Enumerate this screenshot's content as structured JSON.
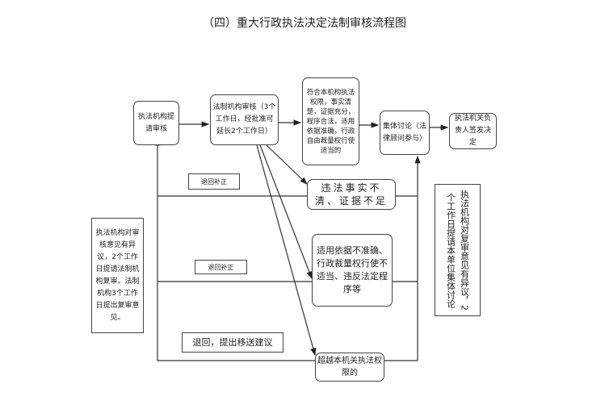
{
  "title": "（四）重大行政执法决定法制审核流程图",
  "nodes": {
    "submit": "执法机构提请审核",
    "review": "法制机构审核（3个工作日，经批准可延长2个工作日）",
    "compliant": "符合本机构执法权限，事实清楚，证据充分，程序合法，适用依据准确，行政自由裁量权行使适当的",
    "collective": "集体讨论（法律顾问参与）",
    "sign": "执法机关负责人签发决定",
    "facts_unclear": "违法事实不清、证据不足",
    "improper": "适用依据不准确、行政裁量权行使不适当、违反法定程序等",
    "beyond_authority": "超越本机关执法权限的",
    "objection_left": "执法机构对审核意见有异议，2个工作日提请法制机构复审。法制机构3个工作日提出复审意见。",
    "objection_right": "执法机构对复审意见有异议，2个工作日提请本单位集体讨论"
  },
  "labels": {
    "return1": "退回补正",
    "return2": "退回补正",
    "return_transfer": "退回，提出移送建议"
  }
}
